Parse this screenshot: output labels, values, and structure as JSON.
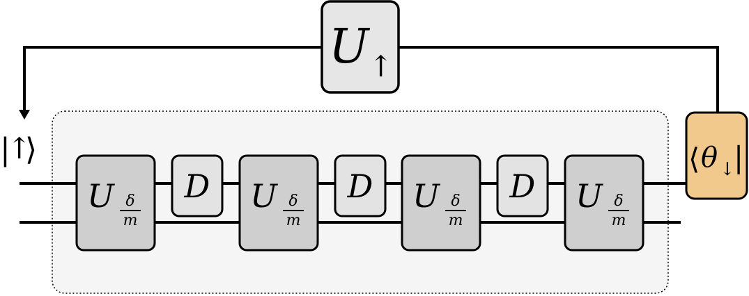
{
  "input_state": {
    "bar": "|",
    "arrow": "↑",
    "bracket": "⟩"
  },
  "feedback_gate": {
    "symbol": "U",
    "subscript": "↑"
  },
  "measurement": {
    "open": "⟨",
    "symbol": "θ",
    "subscript": "↓",
    "close": "|"
  },
  "u_gate": {
    "symbol": "U",
    "numerator": "δ",
    "denominator": "m"
  },
  "d_gate": {
    "symbol": "D"
  },
  "layer_count": 4
}
